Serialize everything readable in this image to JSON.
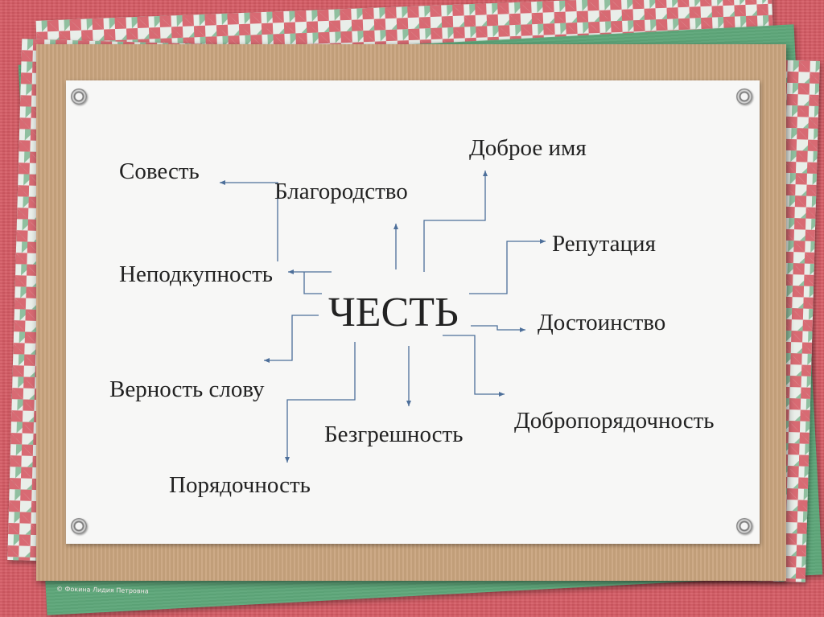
{
  "diagram": {
    "center": "ЧЕСТЬ",
    "concepts": {
      "sovest": "Совесть",
      "blagorodstvo": "Благородство",
      "dobroe_imya": "Доброе имя",
      "reputatsiya": "Репутация",
      "nepodkupnost": "Неподкупность",
      "dostoinstvo": "Достоинство",
      "vernost_slovu": "Верность слову",
      "dobroporyadochnost": "Добропорядочность",
      "bezgreshnost": "Безгрешность",
      "poryadochnost": "Порядочность"
    }
  },
  "copyright": "© Фокина Лидия Петровна"
}
